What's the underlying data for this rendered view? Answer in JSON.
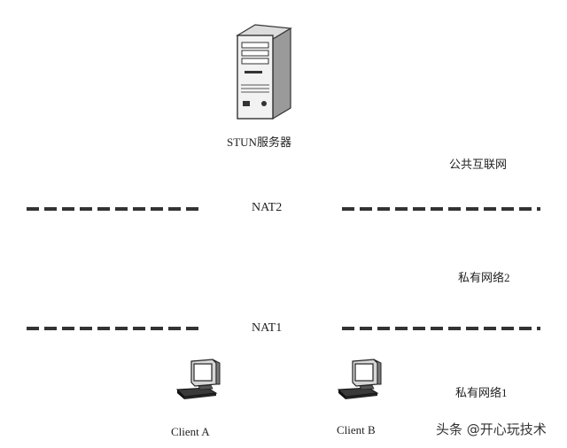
{
  "diagram": {
    "stun_server_label": "STUN服务器",
    "public_network_label": "公共互联网",
    "nat2_label": "NAT2",
    "private_network2_label": "私有网络2",
    "nat1_label": "NAT1",
    "private_network1_label": "私有网络1",
    "client_a_label": "Client A",
    "client_b_label": "Client B",
    "watermark": "头条 @开心玩技术",
    "icons": {
      "server": "server-tower-icon",
      "client_a": "computer-icon",
      "client_b": "computer-icon"
    },
    "colors": {
      "line": "#333333",
      "text": "#222222"
    }
  }
}
